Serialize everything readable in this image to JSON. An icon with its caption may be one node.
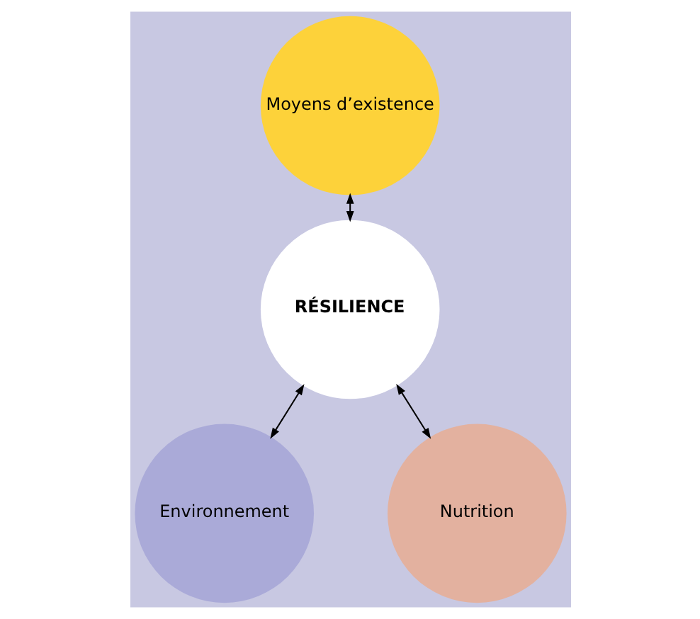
{
  "diagram": {
    "nodes": [
      {
        "text": [
          "Moyens d’existence"
        ]
      },
      {
        "text": [
          "RÉSILIENCE"
        ]
      },
      {
        "text": [
          "Environnement"
        ]
      },
      {
        "text": [
          "Nutrition"
        ]
      }
    ],
    "edges": [
      {
        "from": 0,
        "to": 1,
        "arrow": "both"
      },
      {
        "from": 1,
        "to": 2,
        "arrow": "both"
      },
      {
        "from": 1,
        "to": 3,
        "arrow": "both"
      }
    ]
  }
}
